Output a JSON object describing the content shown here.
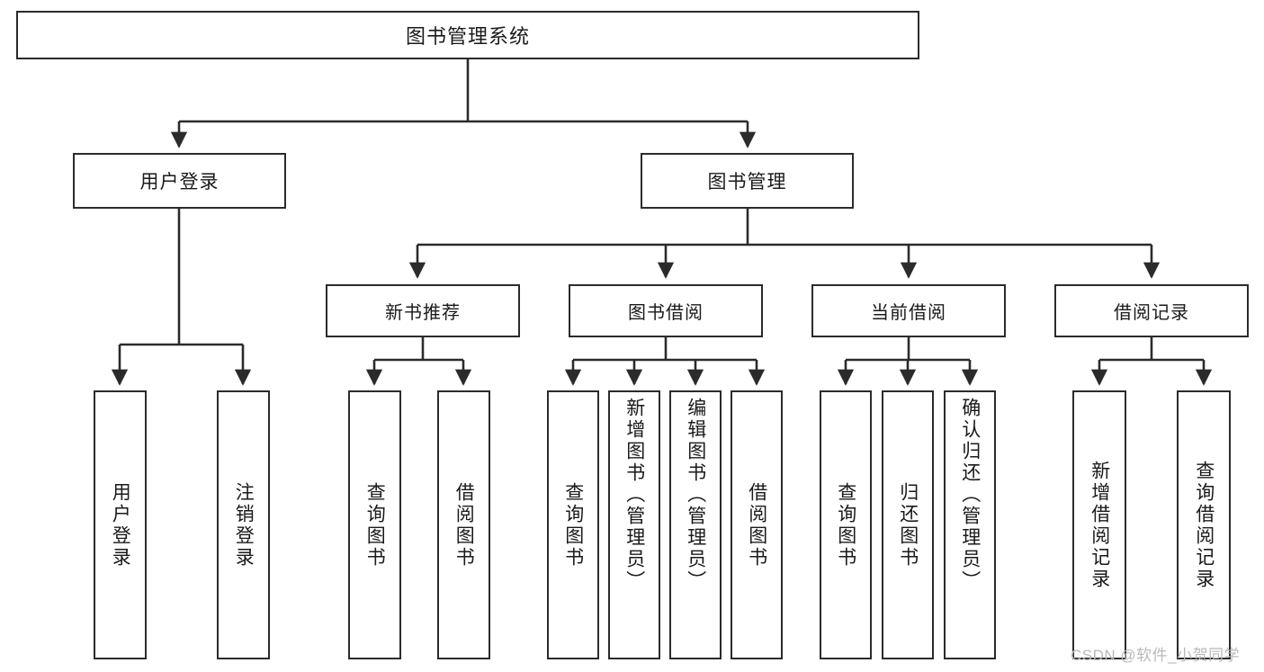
{
  "diagram": {
    "title": "图书管理系统",
    "type": "tree",
    "root": {
      "label": "图书管理系统"
    },
    "level2": [
      {
        "label": "用户登录"
      },
      {
        "label": "图书管理"
      }
    ],
    "level3": [
      {
        "label": "新书推荐"
      },
      {
        "label": "图书借阅"
      },
      {
        "label": "当前借阅"
      },
      {
        "label": "借阅记录"
      }
    ],
    "leaves": {
      "user_login": [
        {
          "label": "用户登录"
        },
        {
          "label": "注销登录"
        }
      ],
      "new_book_recommend": [
        {
          "label": "查询图书"
        },
        {
          "label": "借阅图书"
        }
      ],
      "book_borrow": [
        {
          "label": "查询图书"
        },
        {
          "label": "新增图书（管理员）"
        },
        {
          "label": "编辑图书（管理员）"
        },
        {
          "label": "借阅图书"
        }
      ],
      "current_borrow": [
        {
          "label": "查询图书"
        },
        {
          "label": "归还图书"
        },
        {
          "label": "确认归还（管理员）"
        }
      ],
      "borrow_record": [
        {
          "label": "新增借阅记录"
        },
        {
          "label": "查询借阅记录"
        }
      ]
    },
    "watermark": "CSDN @软件_小贺同学",
    "colors": {
      "stroke": "#2b2b2b",
      "fill": "#ffffff",
      "text": "#1a1a1a",
      "watermark": "#b9b9b9"
    }
  }
}
